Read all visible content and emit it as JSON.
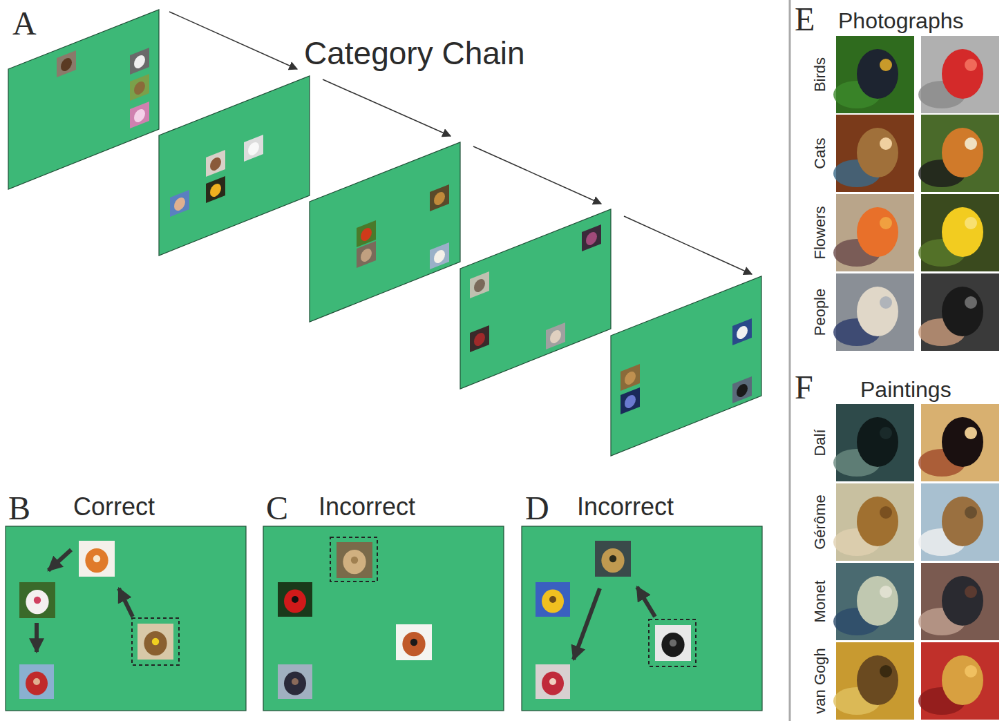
{
  "diagram": {
    "nodes": [
      {
        "text": [
          "Correct"
        ]
      },
      {
        "text": [
          "Incorrect"
        ]
      },
      {
        "text": [
          "Incorrect"
        ]
      }
    ],
    "labels": [
      "A",
      "Category Chain",
      "B",
      "C",
      "D",
      "E",
      "Photographs",
      "Birds",
      "Cats",
      "Flowers",
      "People",
      "F",
      "Paintings",
      "Dalí",
      "Gérôme",
      "Monet",
      "van Gogh"
    ]
  }
}
